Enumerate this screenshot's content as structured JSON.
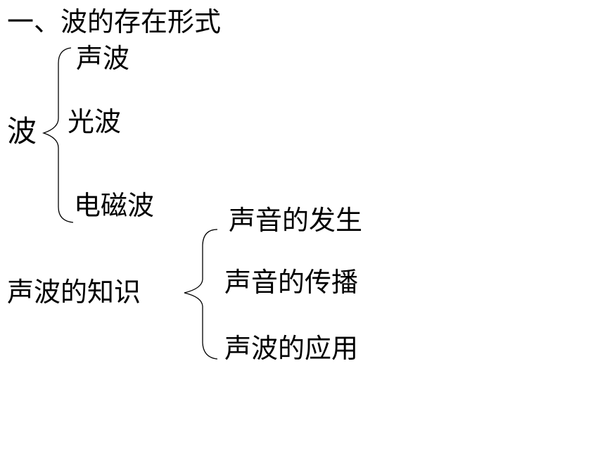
{
  "title": "一、波的存在形式",
  "tree1": {
    "root": "波",
    "branches": [
      "声波",
      "光波",
      "电磁波"
    ]
  },
  "tree2": {
    "root": "声波的知识",
    "branches": [
      "声音的发生",
      "声音的传播",
      "声波的应用"
    ]
  }
}
